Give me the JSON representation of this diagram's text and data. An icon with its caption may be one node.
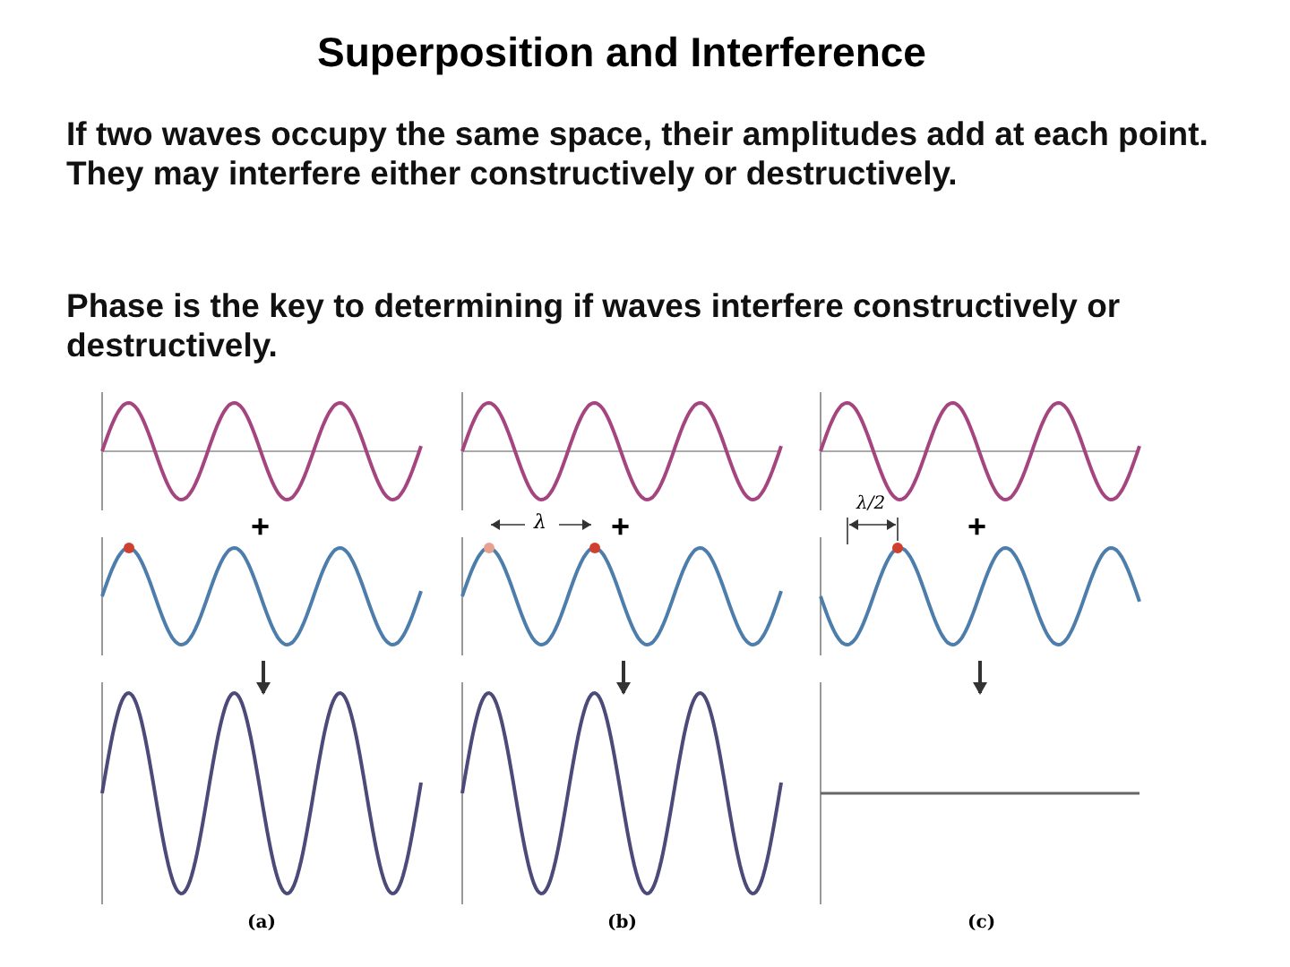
{
  "diagram": {
    "title": "Superposition and Interference",
    "labels": [
      "If two waves occupy the same space, their amplitudes add at each point. They may interfere either constructively or destructively.",
      "Phase is the key to determining if waves interfere constructively or destructively.",
      "+",
      "λ",
      "+",
      "λ/2",
      "+",
      "(a)",
      "(b)",
      "(c)"
    ]
  }
}
